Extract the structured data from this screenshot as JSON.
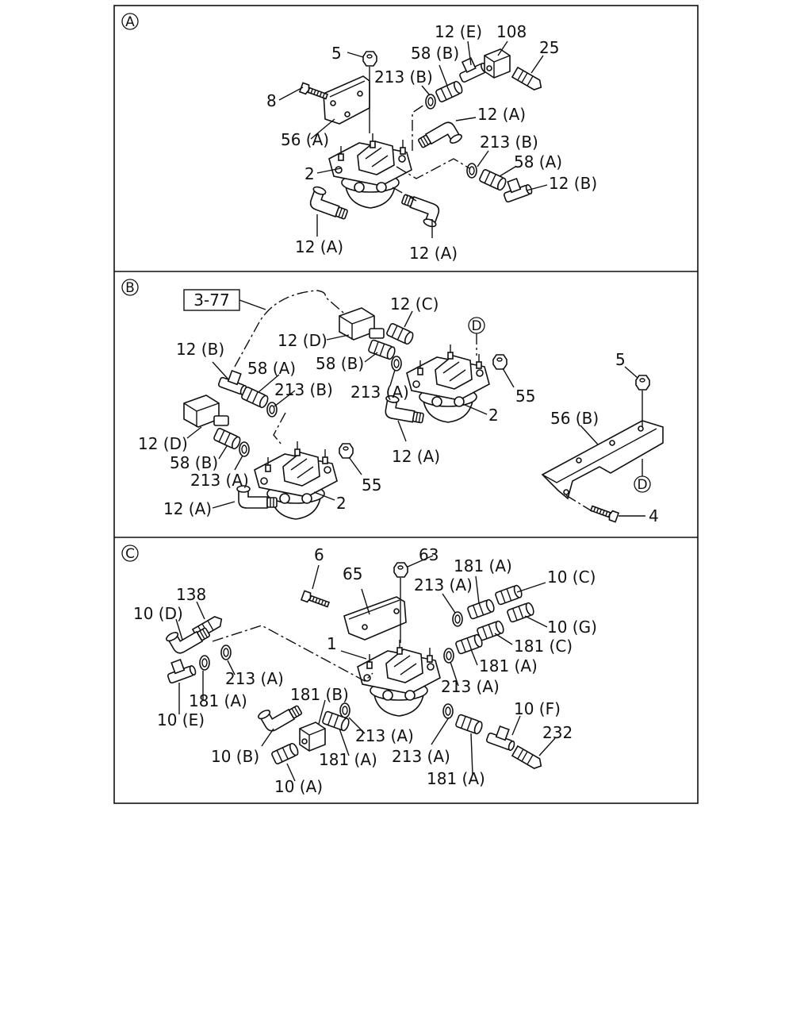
{
  "panels": {
    "a": {
      "marker": "A",
      "labels": {
        "l5": "5",
        "l8": "8",
        "l56a": "56 (A)",
        "l2": "2",
        "l213b_1": "213 (B)",
        "l58b": "58 (B)",
        "l12e": "12 (E)",
        "l108": "108",
        "l25": "25",
        "l12a_1": "12 (A)",
        "l213b_2": "213 (B)",
        "l58a": "58 (A)",
        "l12b": "12 (B)",
        "l12a_2": "12 (A)",
        "l12a_3": "12 (A)"
      }
    },
    "b": {
      "marker": "B",
      "ref_box": "3-77",
      "labels": {
        "l12c": "12 (C)",
        "l12d_1": "12 (D)",
        "l12b": "12 (B)",
        "l58a": "58 (A)",
        "l58b_1": "58 (B)",
        "l213b": "213 (B)",
        "l213a_1": "213 (A)",
        "l55_1": "55",
        "l2_1": "2",
        "l12a_1": "12 (A)",
        "l12d_2": "12 (D)",
        "l58b_2": "58 (B)",
        "l213a_2": "213 (A)",
        "l55_2": "55",
        "l12a_2": "12 (A)",
        "l2_2": "2",
        "l5": "5",
        "l56b": "56 (B)",
        "l4": "4"
      },
      "connector_d": [
        "D",
        "D"
      ]
    },
    "c": {
      "marker": "C",
      "labels": {
        "l6": "6",
        "l63": "63",
        "l65": "65",
        "l181a_1": "181 (A)",
        "l10c": "10 (C)",
        "l213a_1": "213 (A)",
        "l138": "138",
        "l10d": "10 (D)",
        "l10g": "10 (G)",
        "l181c": "181 (C)",
        "l1": "1",
        "l181a_2": "181 (A)",
        "l213a_2": "213 (A)",
        "l213a_3": "213 (A)",
        "l181a_3": "181 (A)",
        "l10e": "10 (E)",
        "l181b": "181 (B)",
        "l10f": "10 (F)",
        "l232": "232",
        "l10b": "10 (B)",
        "l213a_4": "213 (A)",
        "l213a_5": "213 (A)",
        "l181a_4": "181 (A)",
        "l181a_5": "181 (A)",
        "l10a": "10 (A)"
      }
    }
  }
}
